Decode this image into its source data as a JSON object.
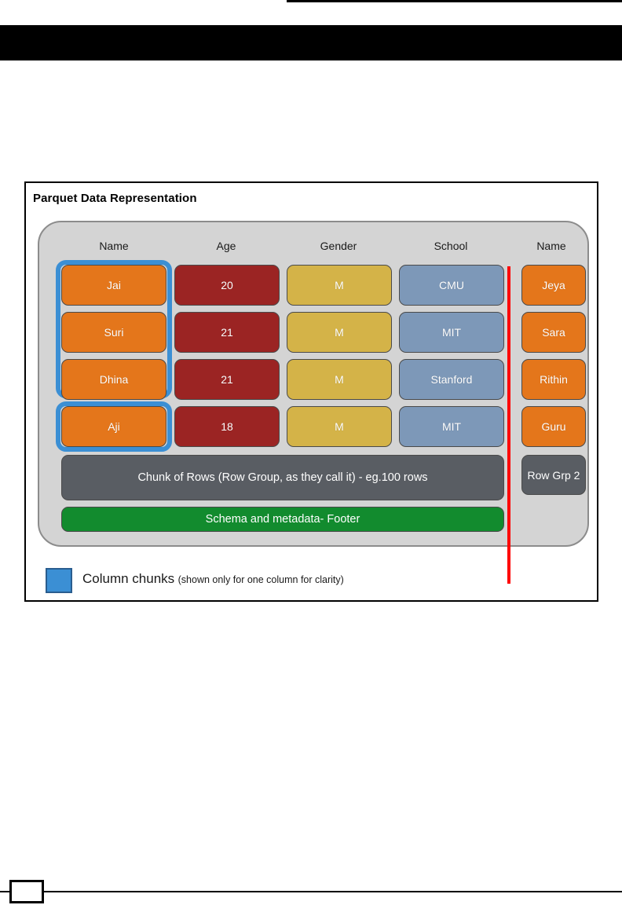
{
  "page": {
    "top_rule": "",
    "black_band": "",
    "bottom_rule": "",
    "bottom_box": ""
  },
  "figure": {
    "title": "Parquet Data Representation",
    "columns": [
      {
        "key": "name",
        "label": "Name",
        "color": "#e4761b"
      },
      {
        "key": "age",
        "label": "Age",
        "color": "#9b2423"
      },
      {
        "key": "gender",
        "label": "Gender",
        "color": "#d4b348"
      },
      {
        "key": "school",
        "label": "School",
        "color": "#7d98b8"
      }
    ],
    "rows": [
      {
        "name": "Jai",
        "age": "20",
        "gender": "M",
        "school": "CMU"
      },
      {
        "name": "Suri",
        "age": "21",
        "gender": "M",
        "school": "MIT"
      },
      {
        "name": "Dhina",
        "age": "21",
        "gender": "M",
        "school": "Stanford"
      },
      {
        "name": "Aji",
        "age": "18",
        "gender": "M",
        "school": "MIT"
      }
    ],
    "row_group_bar": "Chunk of Rows (Row Group, as they call it) - eg.100 rows",
    "footer_bar": "Schema and metadata- Footer",
    "divider_color": "#ff0000",
    "second_group": {
      "header": "Name",
      "values": [
        "Jeya",
        "Sara",
        "Rithin",
        "Guru"
      ],
      "row_group_label": "Row Grp 2"
    },
    "legend": {
      "swatch_color": "#3b8fd4",
      "label": "Column chunks",
      "note": "(shown only for one column for clarity)"
    },
    "chunk_outline_color": "#3b8fd4"
  }
}
